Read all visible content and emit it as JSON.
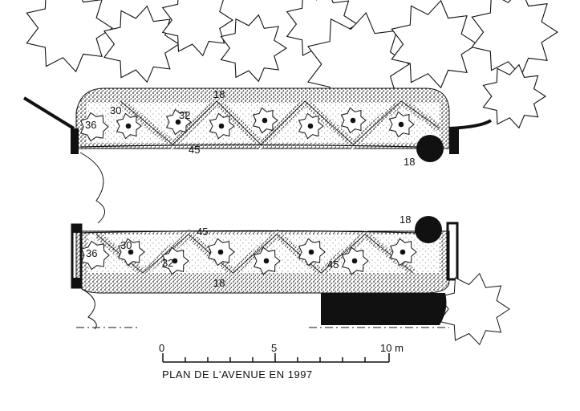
{
  "plan": {
    "caption": "PLAN DE L'AVENUE EN 1997",
    "scale": {
      "ticks": [
        "0",
        "5",
        "10 m"
      ]
    },
    "upper_bed": {
      "border_label": "18",
      "edge_label": "45",
      "end_label": "36",
      "shrub_labels": [
        "30",
        "32"
      ],
      "tree_label": "18"
    },
    "lower_bed": {
      "border_label": "18",
      "edge_label": "45",
      "edge_label_2": "45",
      "end_label": "36",
      "shrub_labels": [
        "30",
        "32"
      ],
      "tree_label": "18"
    }
  },
  "colors": {
    "ink": "#111111",
    "paper": "#ffffff",
    "stipple": "#444444"
  }
}
